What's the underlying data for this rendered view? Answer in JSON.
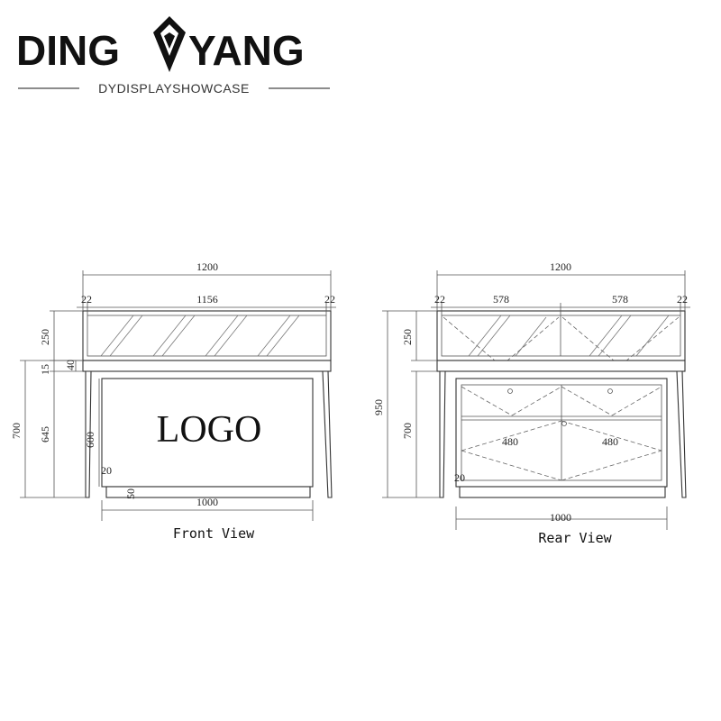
{
  "brand": {
    "name_left": "DING",
    "name_right": "YANG",
    "tagline": "DYDISPLAYSHOWCASE",
    "logo_icon": "diamond-icon"
  },
  "front_view": {
    "caption": "Front View",
    "logo_label": "LOGO",
    "dims": {
      "total_width": "1200",
      "left_side": "22",
      "inner_width": "1156",
      "right_side": "22",
      "glass_height": "250",
      "top_gap": "15",
      "top_thickness": "40",
      "total_height": "700",
      "body_height": "645",
      "cabinet_height": "600",
      "side_offset": "20",
      "plinth": "50",
      "cabinet_width": "1000"
    }
  },
  "rear_view": {
    "caption": "Rear View",
    "dims": {
      "total_width": "1200",
      "left_side": "22",
      "left_glass": "578",
      "right_glass": "578",
      "right_side": "22",
      "glass_height": "250",
      "total_height": "950",
      "body_height": "700",
      "left_drawer": "480",
      "right_drawer": "480",
      "side_offset": "20",
      "cabinet_width": "1000"
    }
  }
}
